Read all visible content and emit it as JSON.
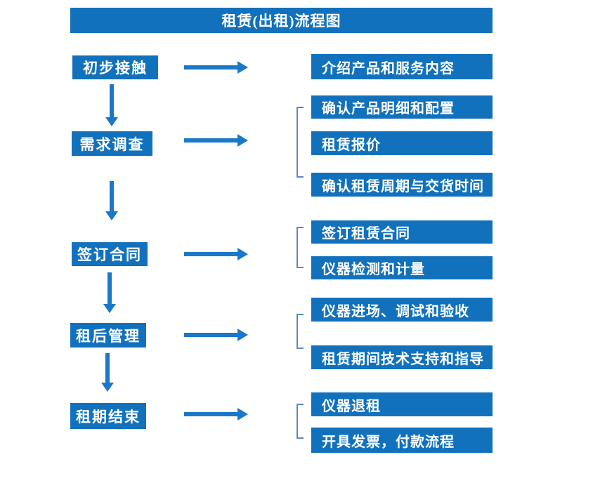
{
  "title": "租赁(出租)流程图",
  "colors": {
    "box_fill": "#1271BC",
    "arrow": "#1B78C8",
    "bracket": "#5E88C0",
    "text_color": "#FFFFFF"
  },
  "steps": [
    {
      "label": "初步接触",
      "outputs": [
        "介绍产品和服务内容"
      ]
    },
    {
      "label": "需求调查",
      "outputs": [
        "确认产品明细和配置",
        "租赁报价",
        "确认租赁周期与交货时间"
      ]
    },
    {
      "label": "签订合同",
      "outputs": [
        "签订租赁合同",
        "仪器检测和计量"
      ]
    },
    {
      "label": "租后管理",
      "outputs": [
        "仪器进场、调试和验收",
        "租赁期间技术支持和指导"
      ]
    },
    {
      "label": "租期结束",
      "outputs": [
        "仪器退租",
        "开具发票，付款流程"
      ]
    }
  ]
}
